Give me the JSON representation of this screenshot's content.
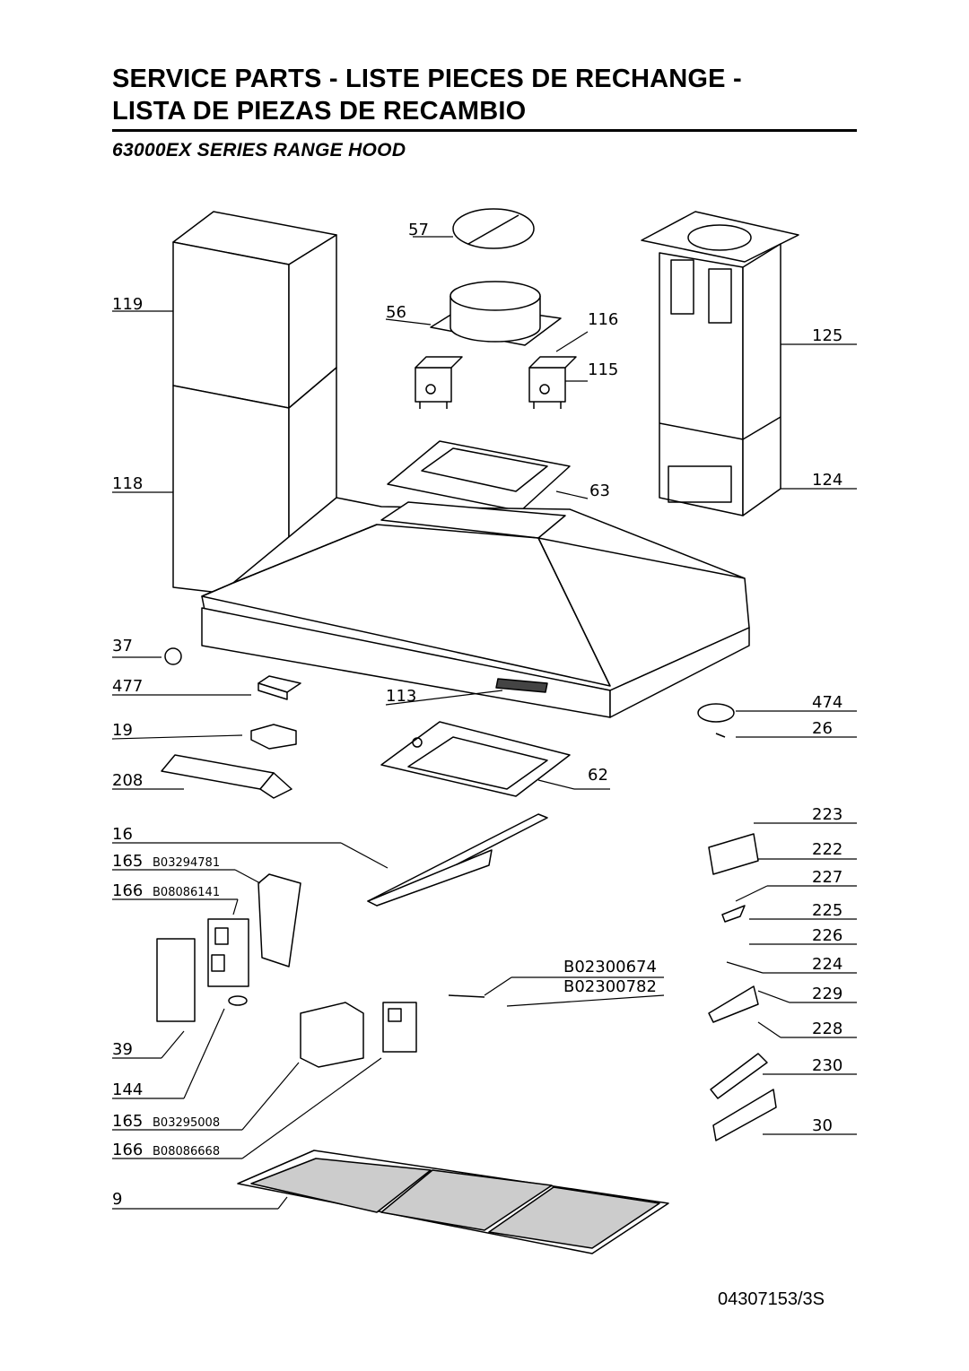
{
  "title_line1": "SERVICE PARTS - LISTE PIECES DE RECHANGE -",
  "title_line2": "LISTA DE PIEZAS DE RECAMBIO",
  "subtitle": "63000EX SERIES RANGE HOOD",
  "document_number": "04307153/3S",
  "parts": {
    "p57": "57",
    "p119": "119",
    "p56": "56",
    "p116": "116",
    "p125": "125",
    "p115": "115",
    "p118": "118",
    "p63": "63",
    "p124": "124",
    "p37": "37",
    "p477": "477",
    "p113": "113",
    "p474": "474",
    "p19": "19",
    "p26": "26",
    "p208": "208",
    "p62": "62",
    "p223": "223",
    "p16": "16",
    "p222": "222",
    "p165a": "165",
    "p165a_code": "B03294781",
    "p166a": "166",
    "p166a_code": "B08086141",
    "p227": "227",
    "p225": "225",
    "p226": "226",
    "p224": "224",
    "pb1": "B02300674",
    "pb2": "B02300782",
    "p229": "229",
    "p228": "228",
    "p39": "39",
    "p230": "230",
    "p144": "144",
    "p165b": "165",
    "p165b_code": "B03295008",
    "p166b": "166",
    "p166b_code": "B08086668",
    "p30": "30",
    "p9": "9"
  }
}
